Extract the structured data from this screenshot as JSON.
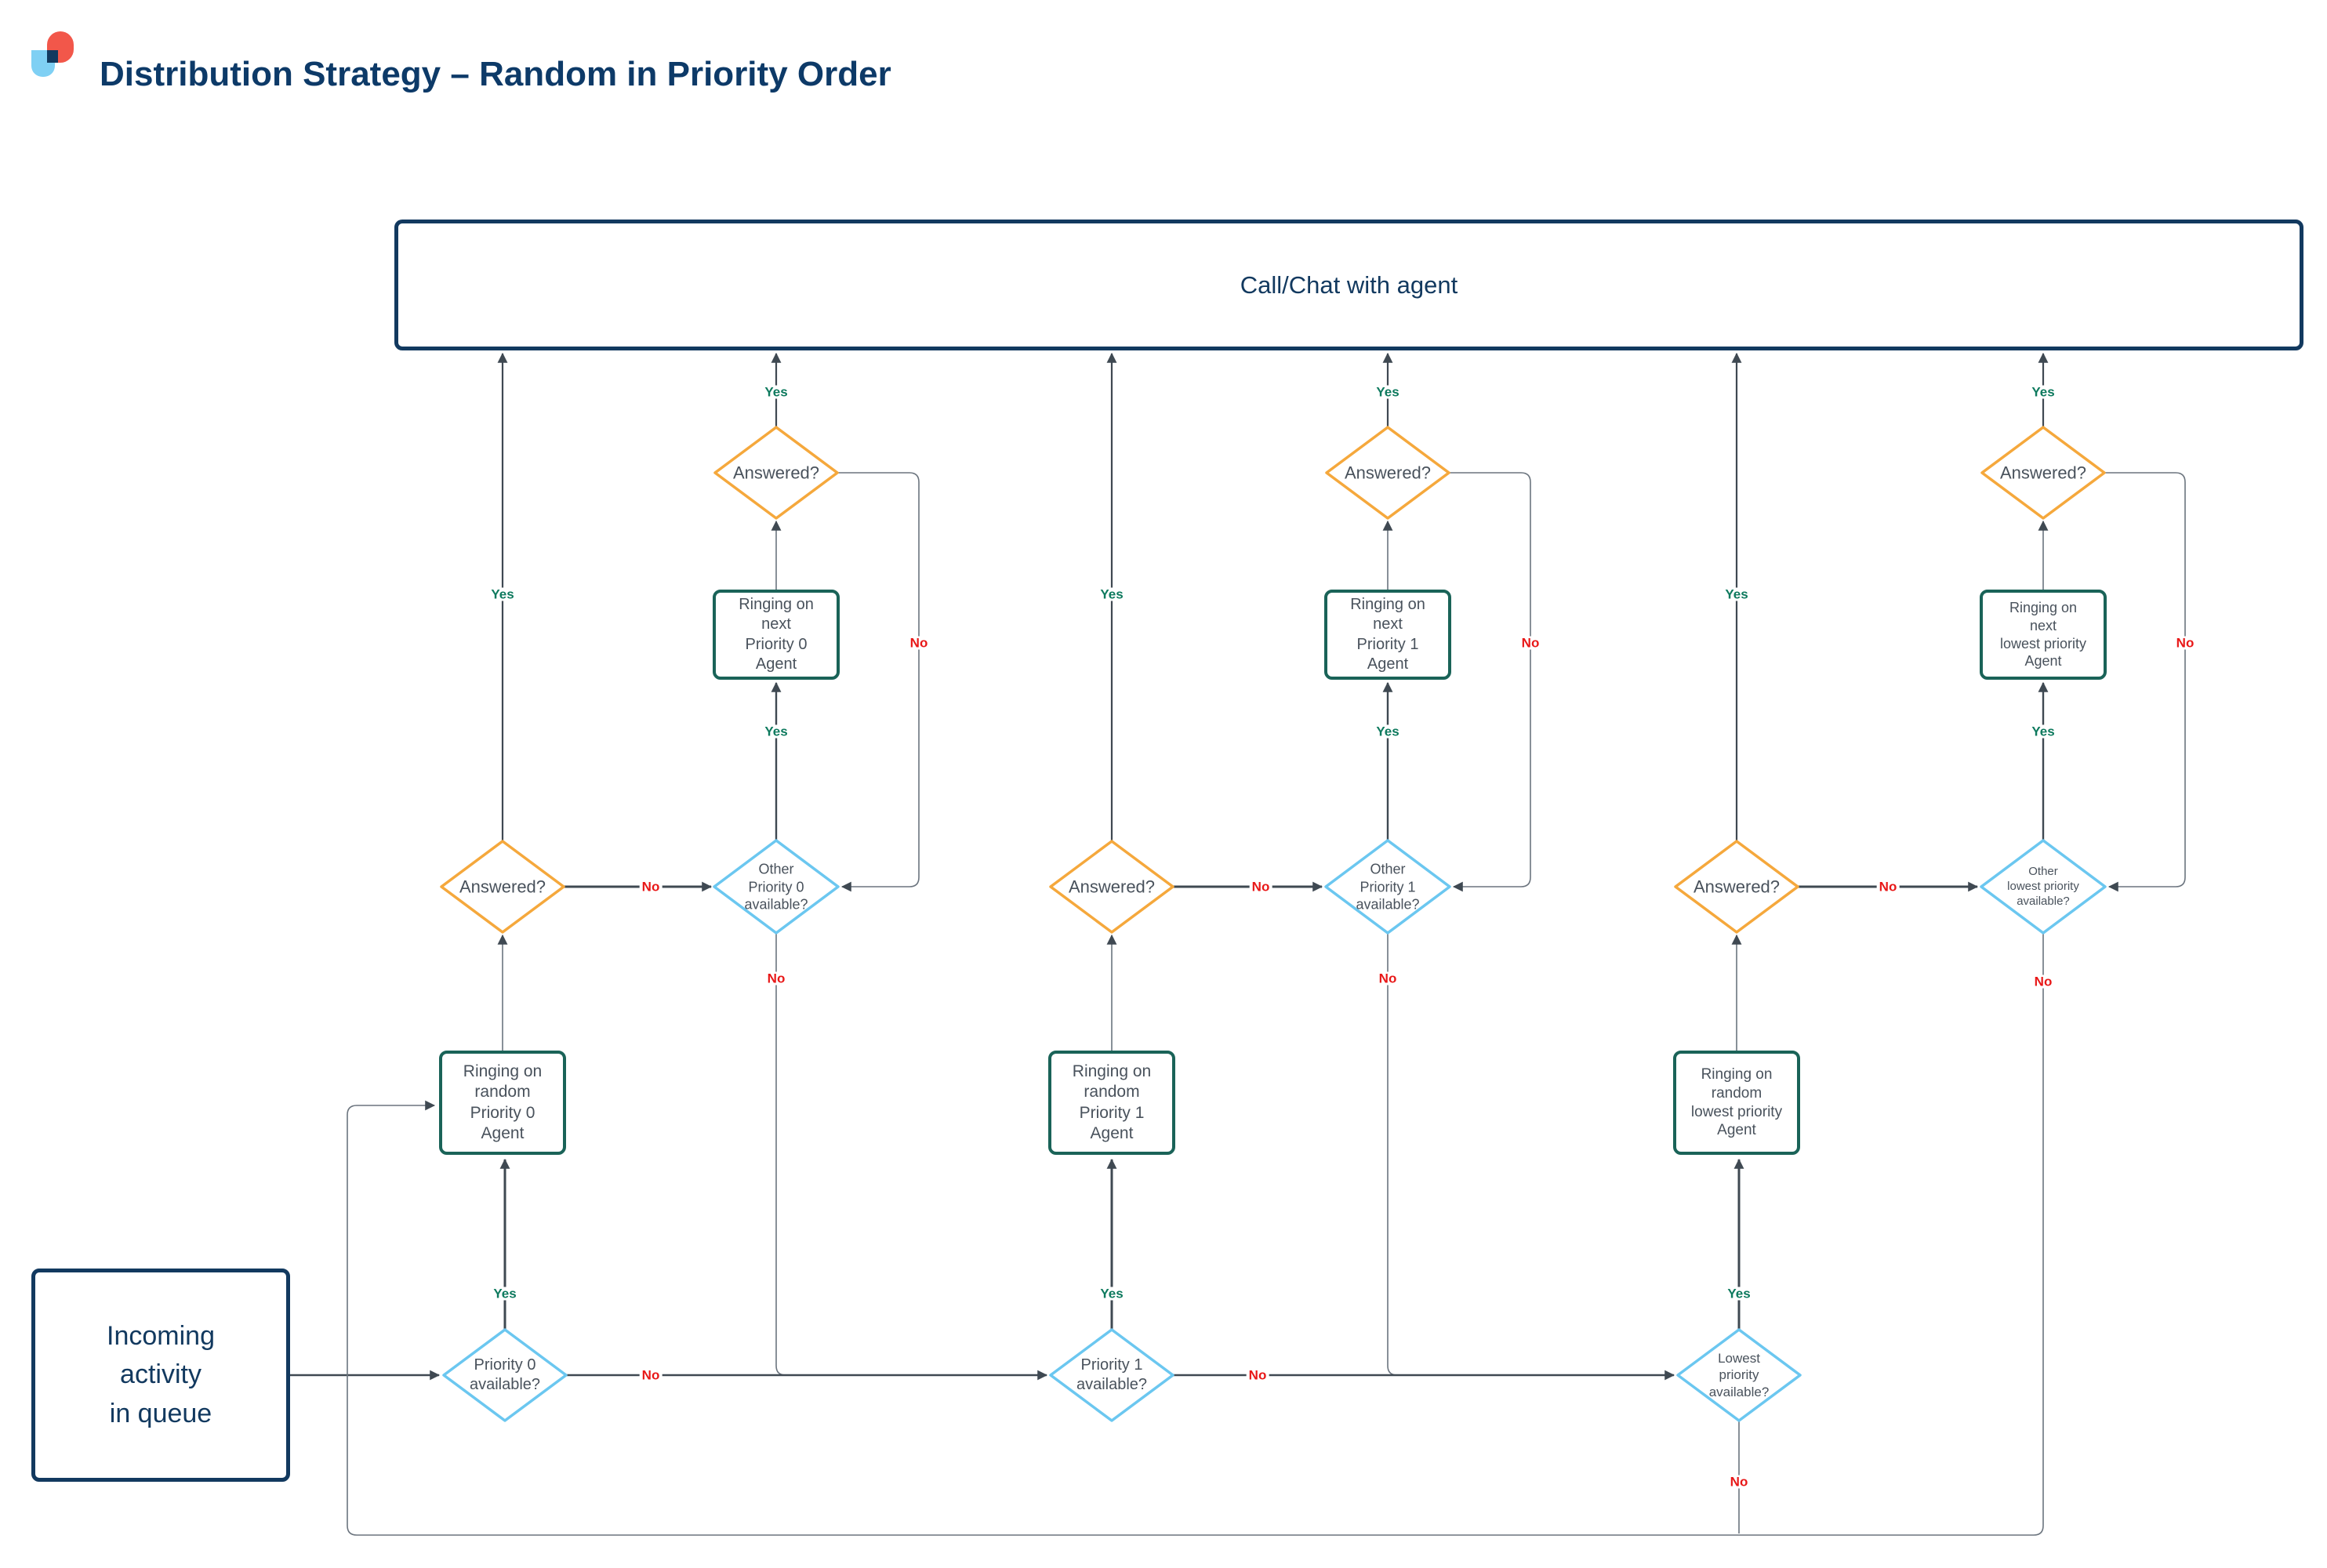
{
  "title": "Distribution Strategy – Random in Priority Order",
  "labels": {
    "yes": "Yes",
    "no": "No"
  },
  "nodes": {
    "call_chat": "Call/Chat with agent",
    "incoming": "Incoming\nactivity\nin queue",
    "priority0_available": "Priority 0\navailable?",
    "priority1_available": "Priority 1\navailable?",
    "lowest_available": "Lowest\npriority\navailable?",
    "answered": "Answered?",
    "other_priority0": "Other\nPriority 0\navailable?",
    "other_priority1": "Other\nPriority 1\navailable?",
    "other_lowest": "Other\nlowest priority\navailable?",
    "ring_random_p0": "Ringing on\nrandom\nPriority 0\nAgent",
    "ring_random_p1": "Ringing on\nrandom\nPriority 1\nAgent",
    "ring_random_lowest": "Ringing on\nrandom\nlowest priority\nAgent",
    "ring_next_p0": "Ringing on\nnext\nPriority 0\nAgent",
    "ring_next_p1": "Ringing on\nnext\nPriority 1\nAgent",
    "ring_next_lowest": "Ringing on\nnext\nlowest priority\nAgent"
  },
  "colors": {
    "navy": "#12395f",
    "teal_box_border": "#1a6358",
    "orange_diamond": "#f5a83c",
    "blue_diamond": "#6bc7f0",
    "yes_green": "#0e7a5e",
    "no_red": "#e81717",
    "edge_dark": "#3f4952",
    "edge_light": "#6b747e",
    "node_text": "#49525c"
  }
}
